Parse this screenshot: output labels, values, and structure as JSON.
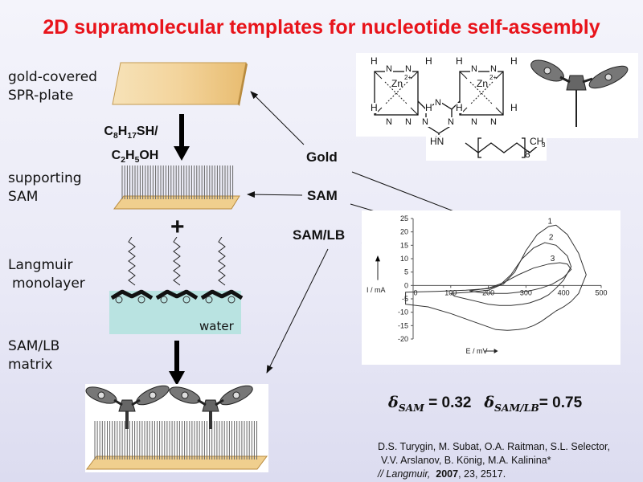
{
  "title": "2D supramolecular templates for nucleotide self-assembly",
  "left_labels": {
    "gold_plate_line1": "gold-covered",
    "gold_plate_line2": "SPR-plate",
    "sam_line1": "supporting",
    "sam_line2": "SAM",
    "langmuir_line1": "Langmuir",
    "langmuir_line2": "monolayer",
    "samlb_line1": "SAM/LB",
    "samlb_line2": "matrix"
  },
  "reagent": {
    "line1_main": "C",
    "line1_sub1": "8",
    "line1_mid": "H",
    "line1_sub2": "17",
    "line1_end": "SH/",
    "line2_main": "C",
    "line2_sub1": "2",
    "line2_mid": "H",
    "line2_sub2": "5",
    "line2_end": "OH"
  },
  "plus": "+",
  "water": "water",
  "callouts": {
    "gold": "Gold",
    "sam": "SAM",
    "samlb": "SAM/LB"
  },
  "molecule": {
    "h_labels": [
      "H",
      "H",
      "H",
      "H",
      "H",
      "H",
      "H",
      "H"
    ],
    "n_label": "N",
    "zn": "Zn",
    "charge": "2+",
    "hn": "HN",
    "ch3": "CH",
    "ch3_sub": "3",
    "repeat": "8"
  },
  "delta": {
    "sym": "δ",
    "sub1": "SAM",
    "val1": "= 0.32",
    "sub2": "SAM/LB",
    "val2": "= 0.75"
  },
  "citation": {
    "line1": "D.S. Turygin, M. Subat, O.A. Raitman, S.L. Selector,",
    "line2": "V.V. Arslanov, B. König, M.A. Kalinina*",
    "journal": "// Langmuir,",
    "year": "2007",
    "rest": ", 23, 2517."
  },
  "chart_data": {
    "type": "line",
    "xlabel": "E / mV",
    "ylabel": "I / mA",
    "xlim": [
      -20,
      500
    ],
    "ylim": [
      -22,
      25
    ],
    "x_ticks": [
      0,
      100,
      200,
      300,
      400,
      500
    ],
    "y_ticks": [
      25,
      20,
      15,
      10,
      5,
      0,
      -5,
      -10,
      -15,
      -20
    ],
    "grid": false,
    "legend": "none",
    "series": [
      {
        "name": "1",
        "x": [
          -20,
          60,
          140,
          200,
          240,
          270,
          300,
          330,
          360,
          380,
          410,
          440,
          460,
          440,
          420,
          400,
          380,
          360,
          340,
          320,
          300,
          280,
          250,
          220,
          190,
          150,
          100,
          40,
          -20
        ],
        "y": [
          -2.5,
          -2.2,
          -1.8,
          -1.2,
          0.5,
          5,
          13,
          19,
          22,
          22.5,
          19,
          12,
          4,
          -3,
          -6,
          -8,
          -9.5,
          -11.5,
          -13.5,
          -15,
          -16,
          -16.5,
          -16.8,
          -16.5,
          -15,
          -13,
          -10.5,
          -8,
          -7
        ]
      },
      {
        "name": "2",
        "x": [
          100,
          150,
          200,
          230,
          260,
          290,
          320,
          350,
          380,
          410,
          420,
          400,
          380,
          360,
          340,
          310,
          290,
          260,
          230,
          200,
          170,
          140,
          110,
          100
        ],
        "y": [
          -3,
          -2.5,
          -1.8,
          0,
          4,
          10,
          14,
          16,
          15,
          11,
          7,
          2,
          -1,
          -3.5,
          -5,
          -6.5,
          -7,
          -7.5,
          -7.5,
          -7,
          -6,
          -5,
          -4,
          -3
        ]
      },
      {
        "name": "3",
        "x": [
          150,
          200,
          240,
          280,
          320,
          360,
          390,
          410,
          420,
          400,
          370,
          340,
          310,
          280,
          250,
          220,
          190,
          160,
          150
        ],
        "y": [
          -2,
          -1,
          1,
          4,
          6.5,
          8,
          8.5,
          8,
          6,
          3,
          0.5,
          -1,
          -2,
          -2.5,
          -3,
          -3,
          -2.8,
          -2.3,
          -2
        ]
      }
    ],
    "curve_labels": [
      {
        "text": "1",
        "x": 345,
        "y": 22.5
      },
      {
        "text": "2",
        "x": 348,
        "y": 16.5
      },
      {
        "text": "3",
        "x": 352,
        "y": 8.5
      }
    ]
  }
}
